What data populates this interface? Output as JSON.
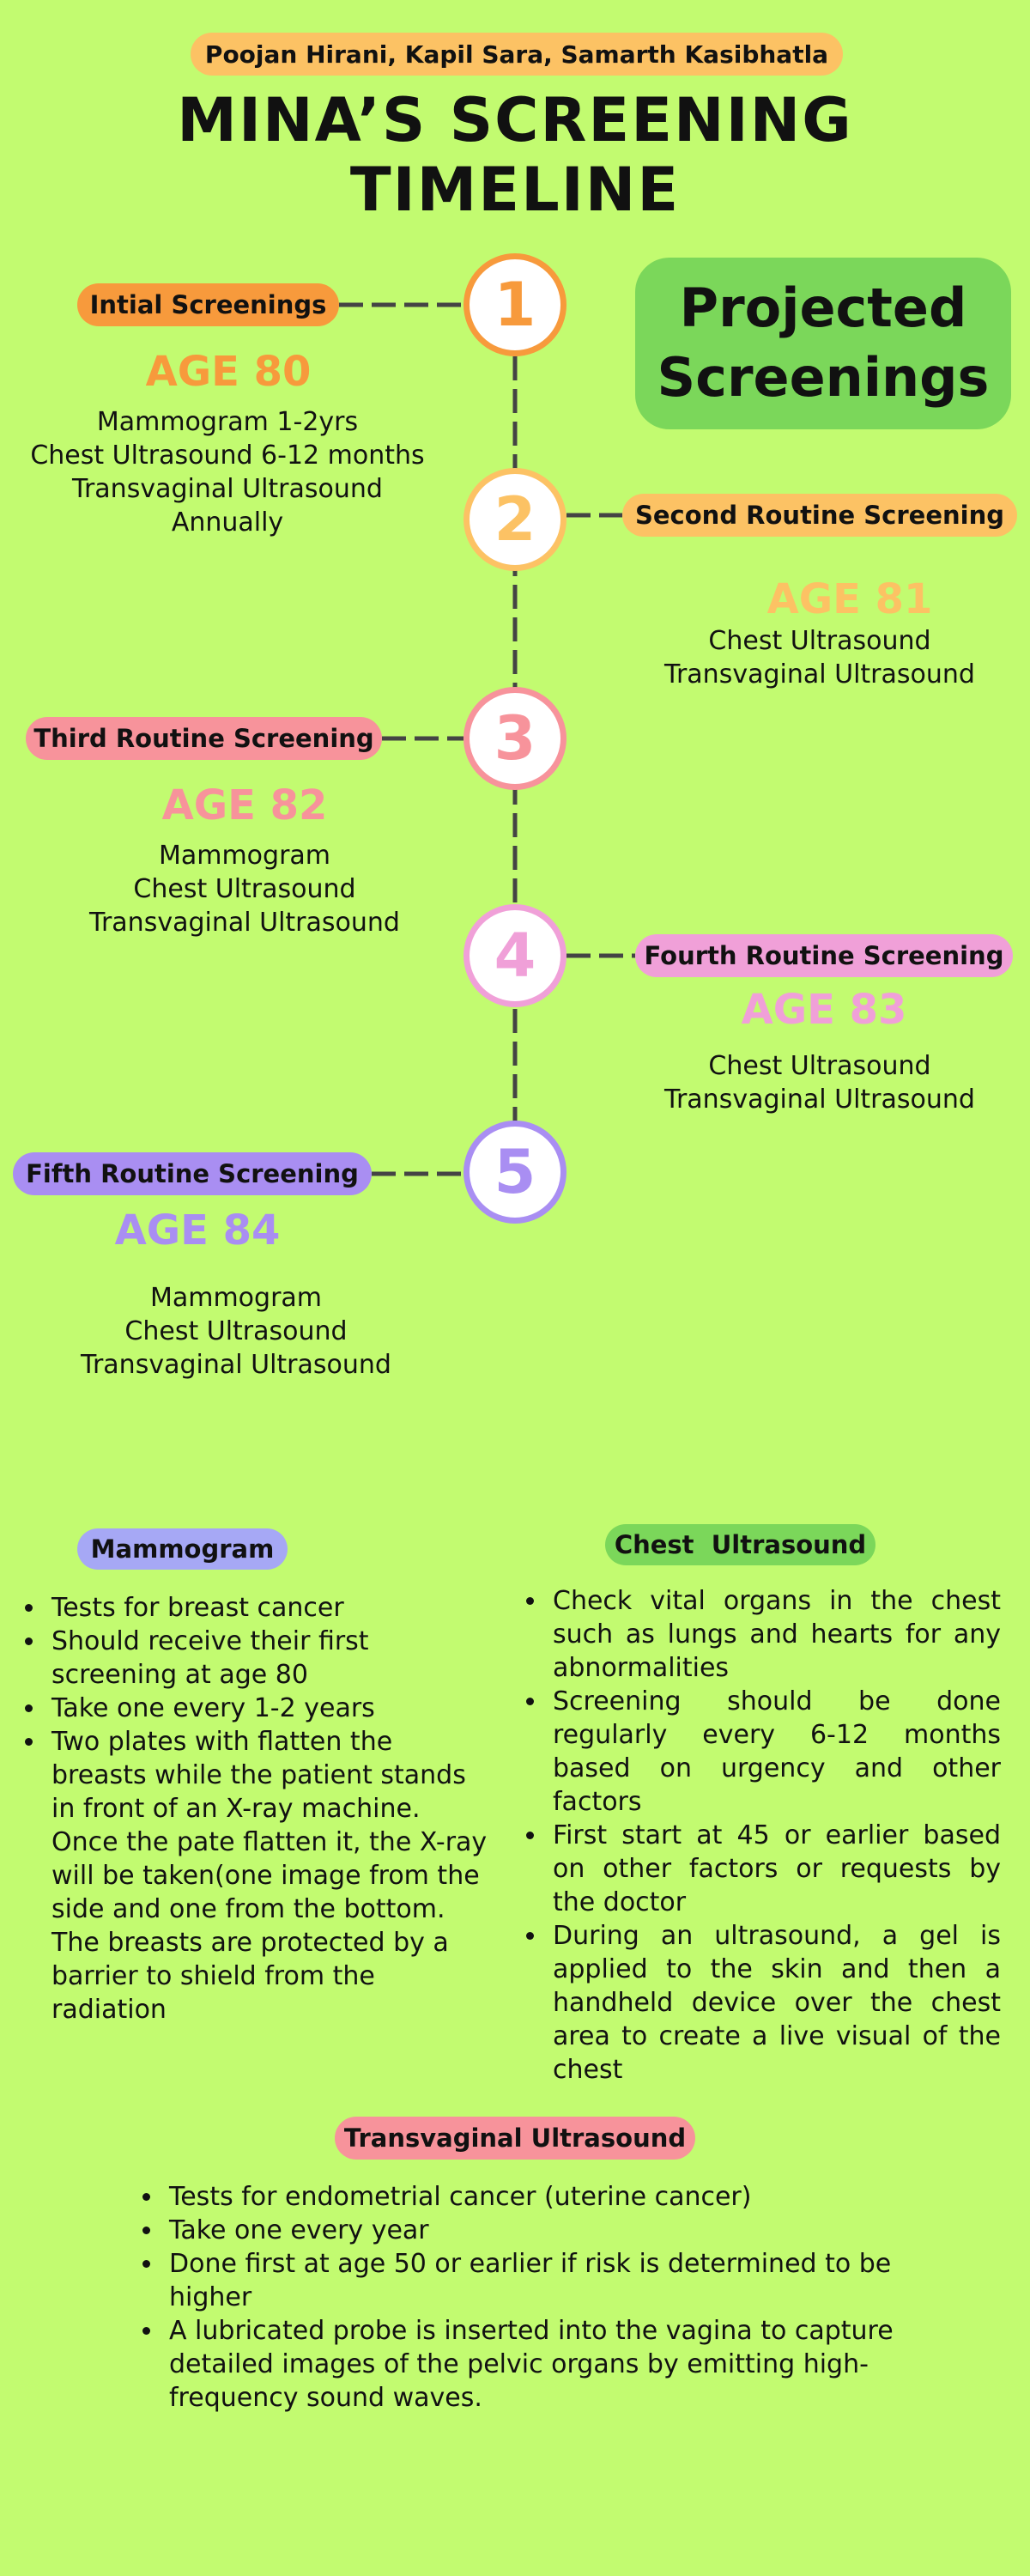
{
  "authors": "Poojan Hirani, Kapil Sara, Samarth Kasibhatla",
  "title_line1": "MINA’S SCREENING",
  "title_line2": "TIMELINE",
  "projected_line1": "Projected",
  "projected_line2": "Screenings",
  "colors": {
    "background": "#c2fb70",
    "orange": "#f79a3c",
    "light_orange": "#fcc264",
    "salmon": "#f7939b",
    "pink": "#f0a0d8",
    "purple": "#a98ef2",
    "green": "#7bd75a"
  },
  "timeline": [
    {
      "number": "1",
      "label": "Intial Screenings",
      "age": "AGE 80",
      "items": [
        "Mammogram 1-2yrs",
        "Chest Ultrasound 6-12 months",
        "Transvaginal Ultrasound",
        "Annually"
      ]
    },
    {
      "number": "2",
      "label": "Second Routine Screening",
      "age": "AGE 81",
      "items": [
        "Chest Ultrasound",
        "Transvaginal Ultrasound"
      ]
    },
    {
      "number": "3",
      "label": "Third Routine Screening",
      "age": "AGE 82",
      "items": [
        "Mammogram",
        "Chest Ultrasound",
        "Transvaginal Ultrasound"
      ]
    },
    {
      "number": "4",
      "label": "Fourth Routine Screening",
      "age": "AGE 83",
      "items": [
        "Chest Ultrasound",
        "Transvaginal Ultrasound"
      ]
    },
    {
      "number": "5",
      "label": "Fifth Routine Screening",
      "age": "AGE 84",
      "items": [
        "Mammogram",
        "Chest Ultrasound",
        "Transvaginal Ultrasound"
      ]
    }
  ],
  "mammogram": {
    "label": "Mammogram",
    "bullets": [
      "Tests for breast cancer",
      "Should receive their first screening at age 80",
      "Take one every 1-2 years",
      "Two plates with flatten the breasts while the patient stands in front of an X-ray machine. Once the pate flatten it, the X-ray will be taken(one image from the side and one from the bottom. The breasts are protected by a barrier to shield from the radiation"
    ]
  },
  "chest": {
    "label": "Chest  Ultrasound",
    "bullets": [
      "Check vital organs in the chest such as lungs and hearts for any abnormalities",
      "Screening should be done regularly every 6-12 months based on urgency and other factors",
      "First start at 45 or earlier based on other factors or requests by the doctor",
      "During an ultrasound, a gel is applied to the skin and then a handheld device  over the chest area  to create a live visual of the chest"
    ]
  },
  "transvaginal": {
    "label": "Transvaginal Ultrasound",
    "bullets": [
      "Tests for endometrial cancer (uterine cancer)",
      "Take one every year",
      "Done first at age 50 or earlier if risk is determined to be higher",
      "A lubricated probe is inserted into the vagina to capture detailed images of the pelvic organs by emitting high-frequency sound waves."
    ]
  }
}
